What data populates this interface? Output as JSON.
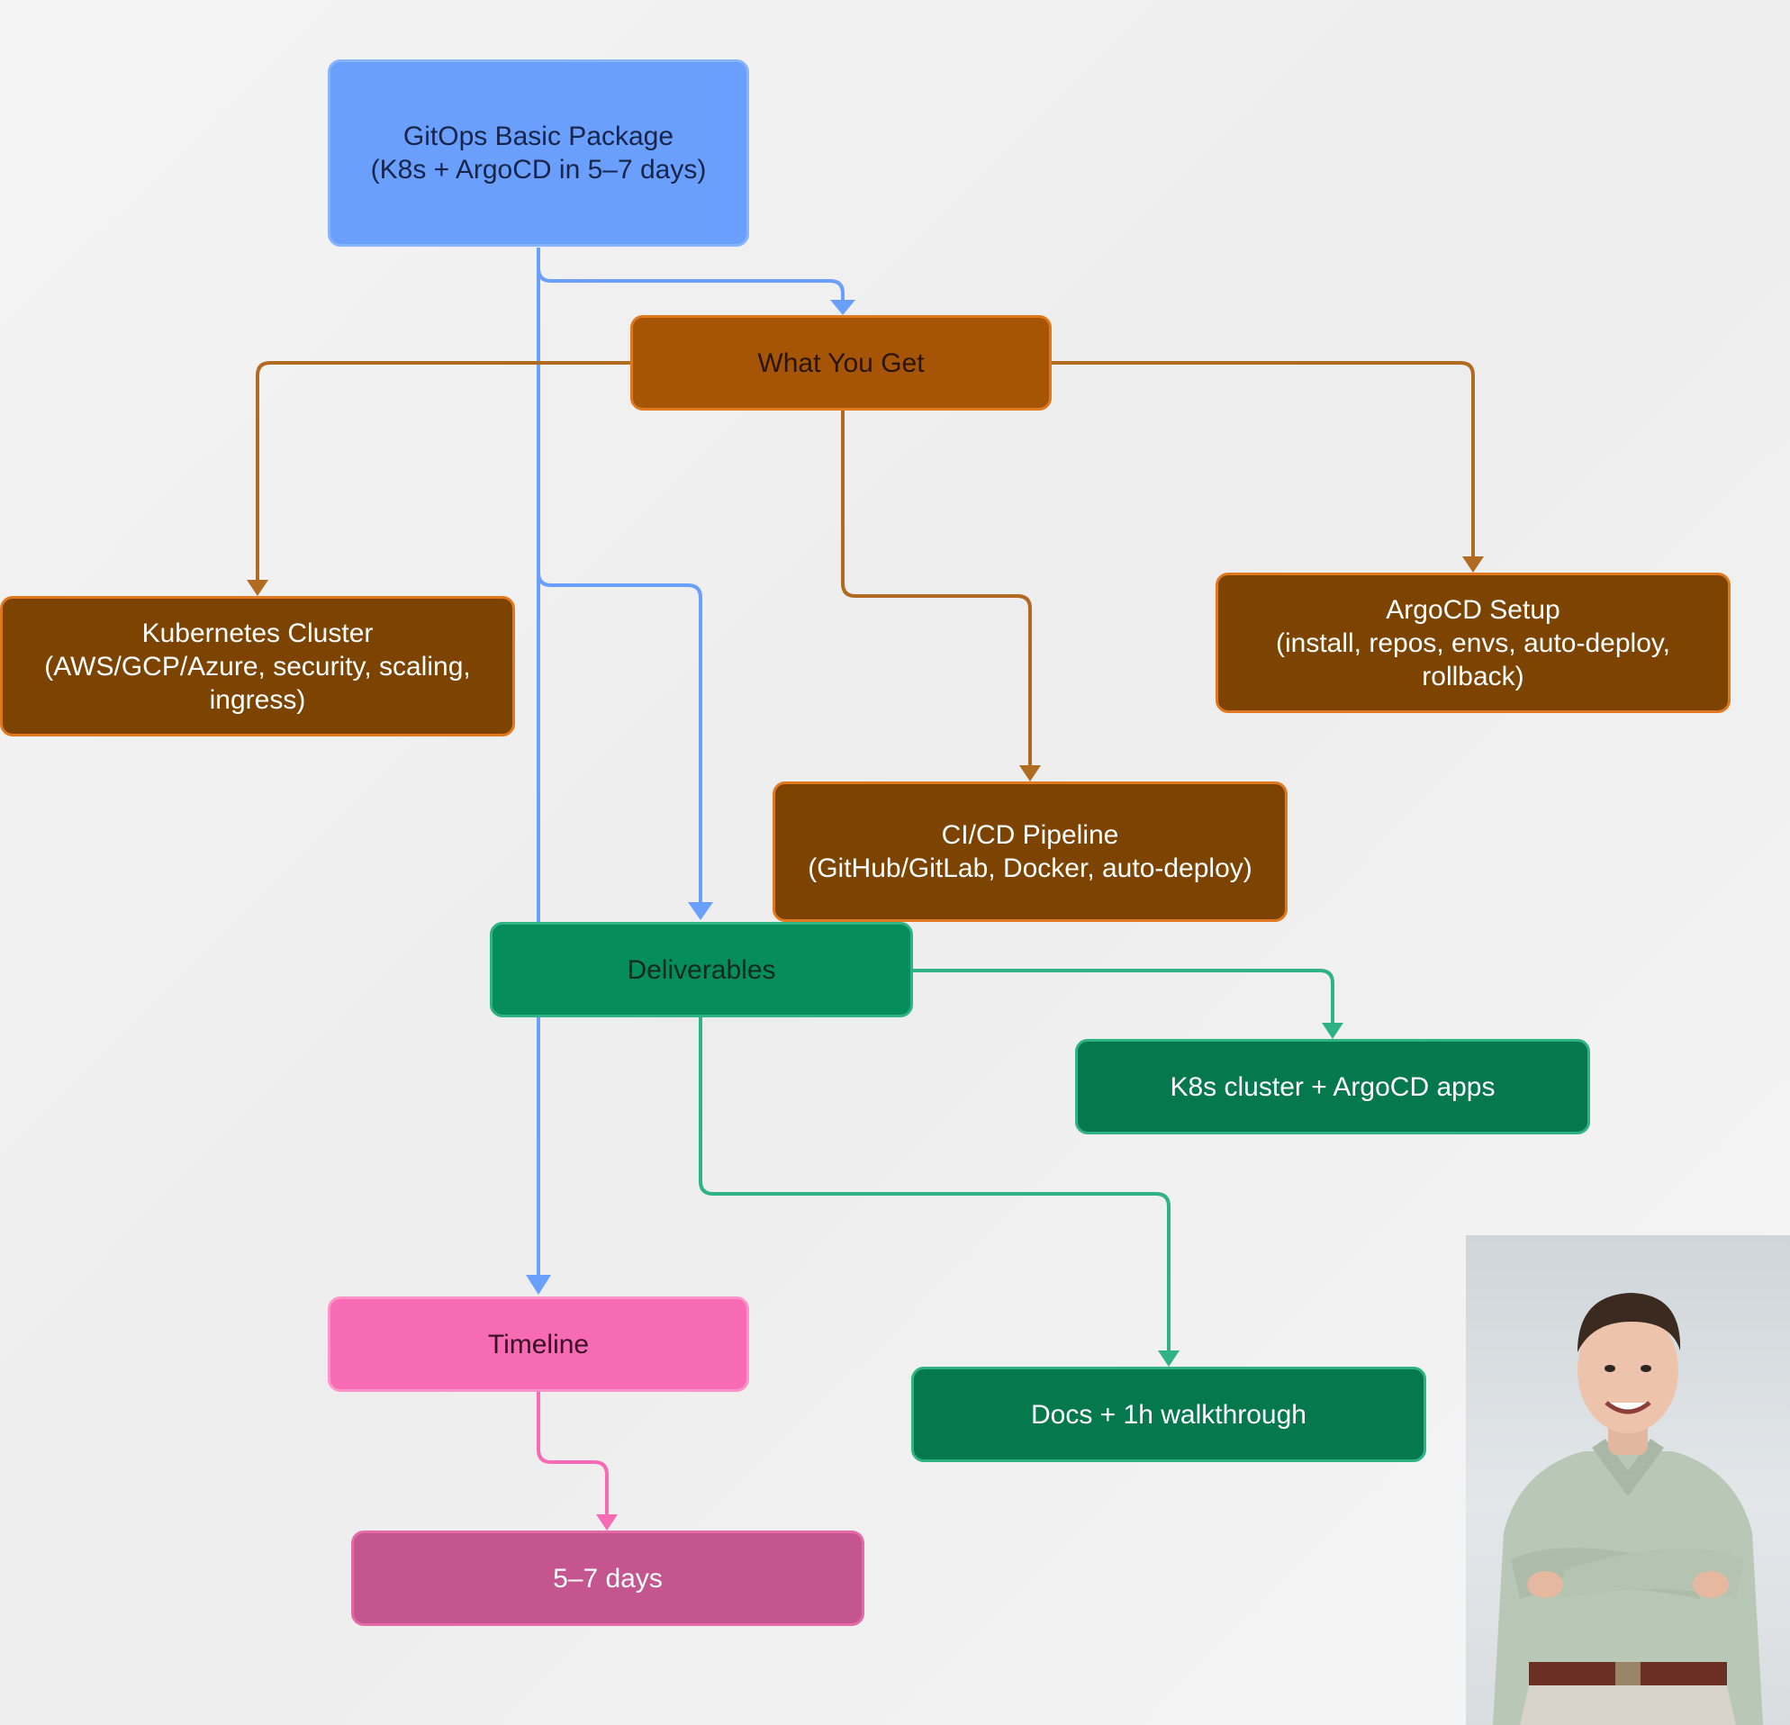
{
  "diagram": {
    "nodes": {
      "root": "GitOps Basic Package\n(K8s + ArgoCD in 5–7 days)",
      "what_you_get": "What You Get",
      "kubernetes": "Kubernetes Cluster\n(AWS/GCP/Azure, security, scaling,\ningress)",
      "argocd": "ArgoCD Setup\n(install, repos, envs, auto-deploy,\nrollback)",
      "cicd": "CI/CD Pipeline\n(GitHub/GitLab, Docker, auto-deploy)",
      "deliverables": "Deliverables",
      "k8s_apps": "K8s cluster + ArgoCD apps",
      "docs": "Docs + 1h walkthrough",
      "timeline": "Timeline",
      "days": "5–7 days"
    },
    "colors": {
      "blue": "#6a9ffd",
      "orange": "#a65506",
      "brown": "#7c4400",
      "green": "#058d5e",
      "dark_green": "#05794d",
      "pink": "#f76ab4",
      "magenta": "#c5558e"
    }
  },
  "photo": {
    "subject": "portrait-photo"
  }
}
